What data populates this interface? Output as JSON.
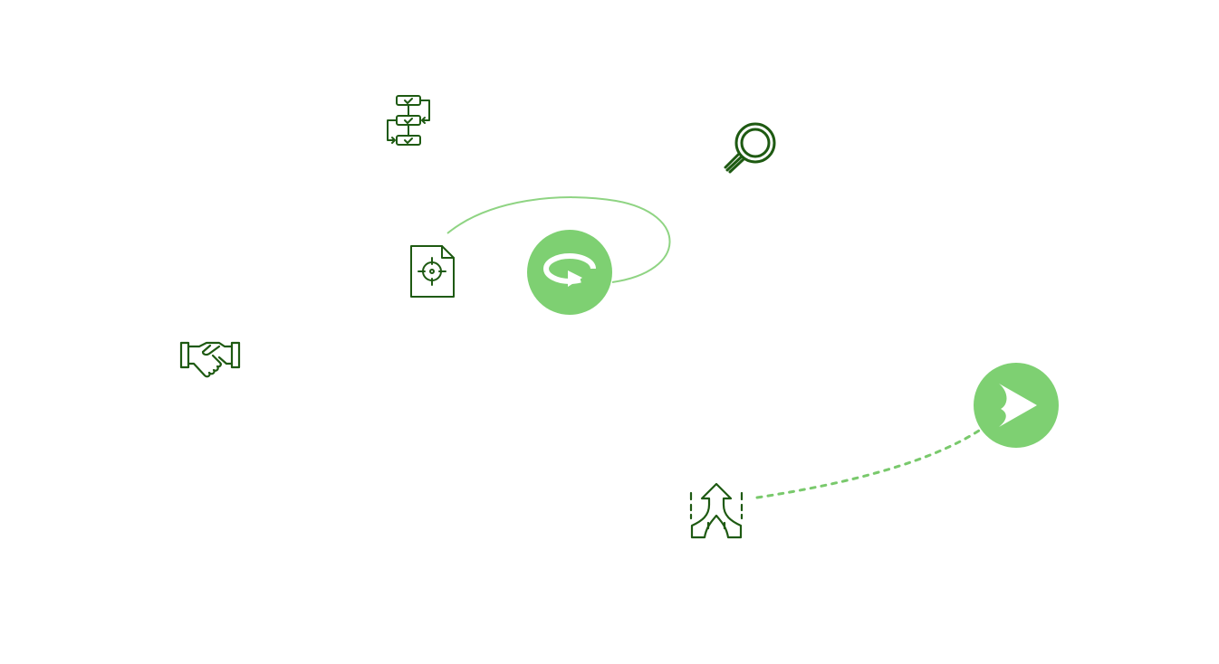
{
  "colors": {
    "background": "#ffffff",
    "icon_stroke": "#1e5a12",
    "accent_green": "#7ed072",
    "connector_green": "#8fd483",
    "dashed_green": "#79c96c"
  },
  "nodes": [
    {
      "id": "process-flow",
      "icon": "process-flowchart-icon"
    },
    {
      "id": "search",
      "icon": "magnifier-icon"
    },
    {
      "id": "target-document",
      "icon": "target-document-icon"
    },
    {
      "id": "handshake",
      "icon": "handshake-icon"
    },
    {
      "id": "merge-up",
      "icon": "merge-arrows-up-icon"
    }
  ],
  "controls": {
    "rotate_button_icon": "rotate-arrow-icon",
    "play_button_icon": "play-arrow-icon"
  }
}
